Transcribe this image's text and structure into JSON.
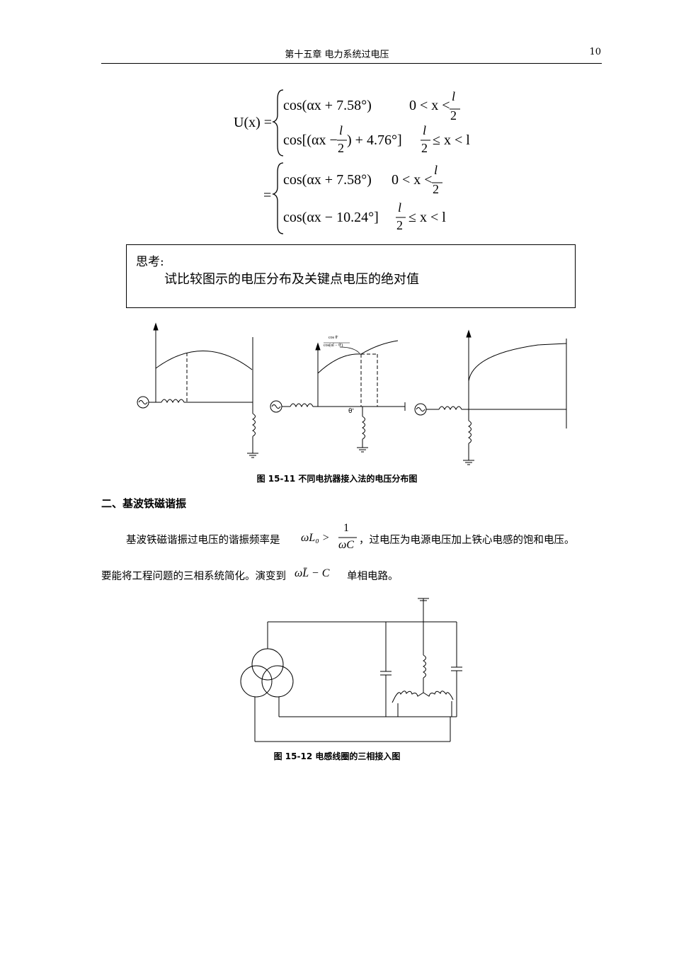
{
  "header": {
    "title": "第十五章  电力系统过电压",
    "page_number": "10"
  },
  "equations": {
    "lhs": "U(x) =",
    "eq1_case1": "cos(αx + 7.58°)",
    "eq1_cond1": "0 < x <",
    "eq1_case2_a": "cos[(αx −",
    "eq1_case2_b": ") + 4.76°]",
    "eq1_cond2": "≤ x < l",
    "eq2_equals": "=",
    "eq2_case1": "cos(αx + 7.58°)",
    "eq2_cond1": "0 < x <",
    "eq2_case2": "cos(αx − 10.24°]",
    "eq2_cond2": "≤ x < l",
    "frac_num": "l",
    "frac_den": "2"
  },
  "think_box": {
    "title": "思考:",
    "text": "试比较图示的电压分布及关键点电压的绝对值"
  },
  "figure_11": {
    "label_cos_num": "cos θ'",
    "label_cos_den": "cos(αl − θ')",
    "label_theta": "θ'",
    "caption": "图 15-11  不同电抗器接入法的电压分布图"
  },
  "section": {
    "heading": "二、基波铁磁谐振"
  },
  "paragraph": {
    "line1_a": "基波铁磁谐振过电压的谐振频率是",
    "line1_formula_lhs": "ωL₀ >",
    "line1_frac_num": "1",
    "line1_frac_den": "ωC",
    "line1_b": "，过电压为电源电压加上铁心电感的饱和电压。",
    "line2_a": "要能将工程问题的三相系统简化。演变到",
    "line2_formula": "ωL̄ − C",
    "line2_b": "单相电路。"
  },
  "figure_12": {
    "caption": "图 15-12  电感线圈的三相接入图"
  }
}
